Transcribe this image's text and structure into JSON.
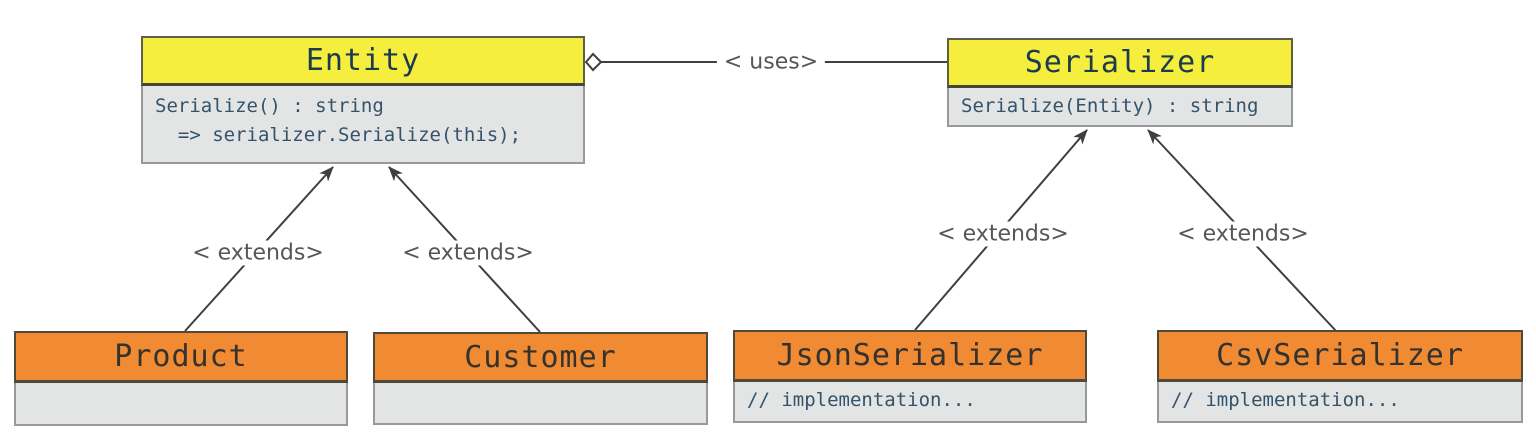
{
  "diagram": {
    "classes": {
      "entity": {
        "name": "Entity",
        "line1": "Serialize() : string",
        "line2": "  => serializer.Serialize(this);"
      },
      "serializer": {
        "name": "Serializer",
        "line1": "Serialize(Entity) : string"
      },
      "product": {
        "name": "Product"
      },
      "customer": {
        "name": "Customer"
      },
      "json_serializer": {
        "name": "JsonSerializer",
        "line1": "// implementation..."
      },
      "csv_serializer": {
        "name": "CsvSerializer",
        "line1": "// implementation..."
      }
    },
    "labels": {
      "uses": "< uses>",
      "extends_product": "< extends>",
      "extends_customer": "< extends>",
      "extends_json": "< extends>",
      "extends_csv": "< extends>"
    },
    "relationships": [
      {
        "from": "Entity",
        "to": "Serializer",
        "type": "uses",
        "marker": "open-diamond-at-entity"
      },
      {
        "from": "Product",
        "to": "Entity",
        "type": "extends",
        "marker": "arrow-at-entity"
      },
      {
        "from": "Customer",
        "to": "Entity",
        "type": "extends",
        "marker": "arrow-at-entity"
      },
      {
        "from": "JsonSerializer",
        "to": "Serializer",
        "type": "extends",
        "marker": "arrow-at-serializer"
      },
      {
        "from": "CsvSerializer",
        "to": "Serializer",
        "type": "extends",
        "marker": "arrow-at-serializer"
      }
    ],
    "colors": {
      "abstract_header": "#f6ee3d",
      "concrete_header": "#f08b33",
      "body_background": "#e3e4e4",
      "abstract_title_text": "#1b3b50",
      "concrete_title_text": "#35322d",
      "code_text": "#33536b",
      "relationship_label_text": "#55565a",
      "line_color": "#3f3f3f"
    }
  }
}
